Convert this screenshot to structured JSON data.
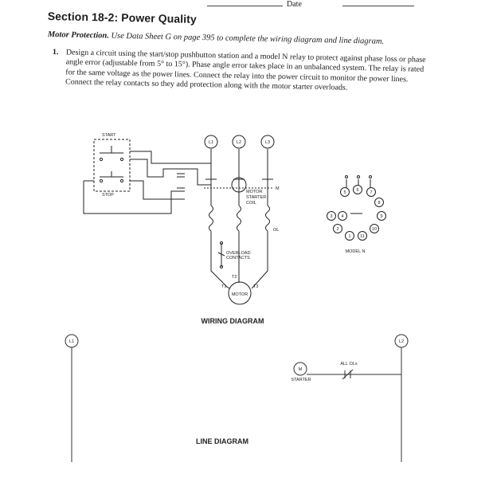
{
  "header": {
    "date_label": "Date"
  },
  "section": {
    "title": "Section 18-2: Power Quality",
    "subtitle_lead": "Motor Protection.",
    "subtitle_rest": "Use Data Sheet G on page 395 to complete the wiring diagram and line diagram."
  },
  "question": {
    "number": "1.",
    "text": "Design a circuit using the start/stop pushbutton station and a model N relay to protect against phase loss or phase angle error (adjustable from 5° to 15°). Phase angle error takes place in an unbalanced system. The relay is rated for the same voltage as the power lines. Connect the relay into the power circuit to monitor the power lines. Connect the relay contacts so they add protection along with the motor starter overloads."
  },
  "wiring_diagram": {
    "caption": "WIRING DIAGRAM",
    "start_label": "START",
    "stop_label": "STOP",
    "lines": [
      "L1",
      "L2",
      "L3"
    ],
    "coil_label_1": "MOTOR",
    "coil_label_2": "STARTER",
    "coil_label_3": "COIL",
    "m_label": "M",
    "ol_label": "OL",
    "overload_label_1": "OVERLOAD",
    "overload_label_2": "CONTACTS",
    "terminals": [
      "T1",
      "T2",
      "T3"
    ],
    "motor_label": "MOTOR",
    "relay_label": "MODEL N",
    "relay_terminals": [
      "1",
      "2",
      "3",
      "4",
      "5",
      "6",
      "7",
      "8",
      "9",
      "10",
      "11"
    ]
  },
  "line_diagram": {
    "caption": "LINE DIAGRAM",
    "l1": "L1",
    "l2": "L2",
    "coil": "M",
    "coil_label": "STARTER",
    "ol_label": "ALL OLs"
  }
}
